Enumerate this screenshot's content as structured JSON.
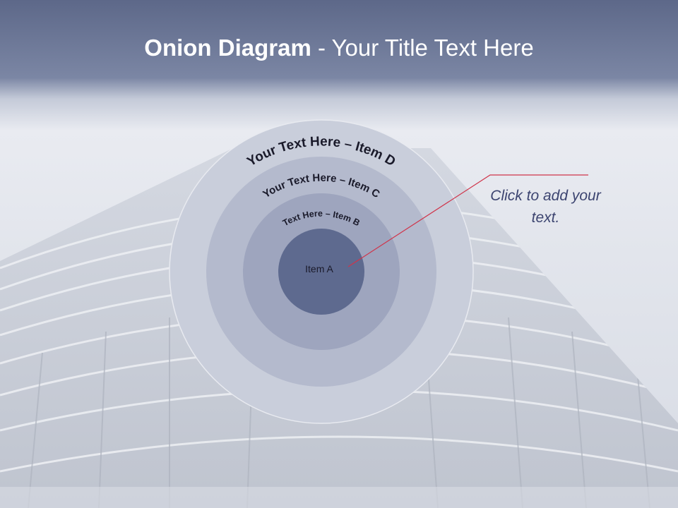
{
  "slide": {
    "title_bold": "Onion Diagram",
    "title_rest": " - Your Title Text Here",
    "callout_text": "Click  to add your text."
  },
  "onion": {
    "layers": [
      {
        "id": "D",
        "label": "Your Text Here – Item D",
        "color": "#c9cedb"
      },
      {
        "id": "C",
        "label": "Your Text Here – Item C",
        "color": "#b4bacd"
      },
      {
        "id": "B",
        "label": "Text Here – Item B",
        "color": "#9ea5be"
      },
      {
        "id": "A",
        "label": "Item A",
        "color": "#5e6a8f"
      }
    ]
  },
  "colors": {
    "header": "#6f7a98",
    "callout_line": "#d0344a",
    "text_dark": "#1a1a2a",
    "callout_text": "#3c4470"
  }
}
